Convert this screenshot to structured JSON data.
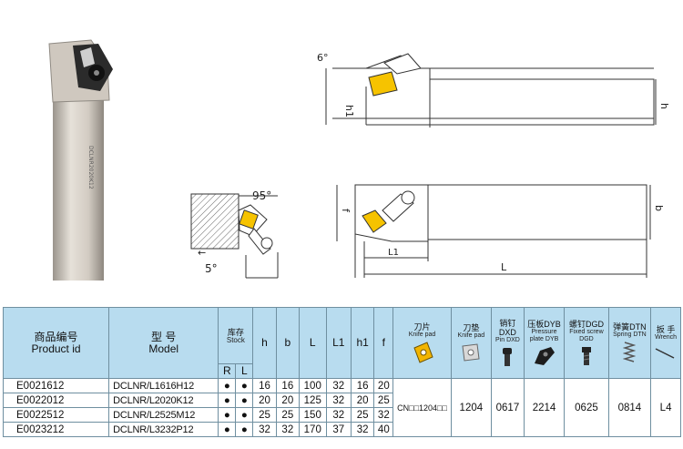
{
  "drawing": {
    "angle_top": "6°",
    "label_h1": "h1",
    "label_f": "f",
    "label_b": "b",
    "label_L1": "L1",
    "label_L": "L",
    "angle_main": "95°",
    "angle_small": "5°",
    "shank_marking": "DCLNR2020K12"
  },
  "table": {
    "headers": {
      "product_cn": "商品编号",
      "product_en": "Product id",
      "model_cn": "型  号",
      "model_en": "Model",
      "stock_cn": "库存",
      "stock_en": "Stock",
      "stock_r": "R",
      "stock_l": "L",
      "h": "h",
      "b": "b",
      "L": "L",
      "L1": "L1",
      "h1": "h1",
      "f": "f"
    },
    "components": [
      {
        "cn": "刀片",
        "en": "Knife pad",
        "value": "CN□□1204□□"
      },
      {
        "cn": "刀垫",
        "en": "Knife pad",
        "value": "1204"
      },
      {
        "cn": "销钉DXD",
        "en": "Pin DXD",
        "value": "0617"
      },
      {
        "cn": "压板DYB",
        "en": "Pressure plate DYB",
        "value": "2214"
      },
      {
        "cn": "螺钉DGD",
        "en": "Fixed screw DGD",
        "value": "0625"
      },
      {
        "cn": "弹簧DTN",
        "en": "Spring DTN",
        "value": "0814"
      },
      {
        "cn": "扳  手",
        "en": "Wrench",
        "value": "L4"
      }
    ],
    "stock_mark": "●",
    "rows": [
      {
        "id": "E0021612",
        "model": "DCLNR/L1616H12",
        "h": "16",
        "b": "16",
        "L": "100",
        "L1": "32",
        "h1": "16",
        "f": "20"
      },
      {
        "id": "E0022012",
        "model": "DCLNR/L2020K12",
        "h": "20",
        "b": "20",
        "L": "125",
        "L1": "32",
        "h1": "20",
        "f": "25"
      },
      {
        "id": "E0022512",
        "model": "DCLNR/L2525M12",
        "h": "25",
        "b": "25",
        "L": "150",
        "L1": "32",
        "h1": "25",
        "f": "32"
      },
      {
        "id": "E0023212",
        "model": "DCLNR/L3232P12",
        "h": "32",
        "b": "32",
        "L": "170",
        "L1": "37",
        "h1": "32",
        "f": "40"
      }
    ]
  }
}
